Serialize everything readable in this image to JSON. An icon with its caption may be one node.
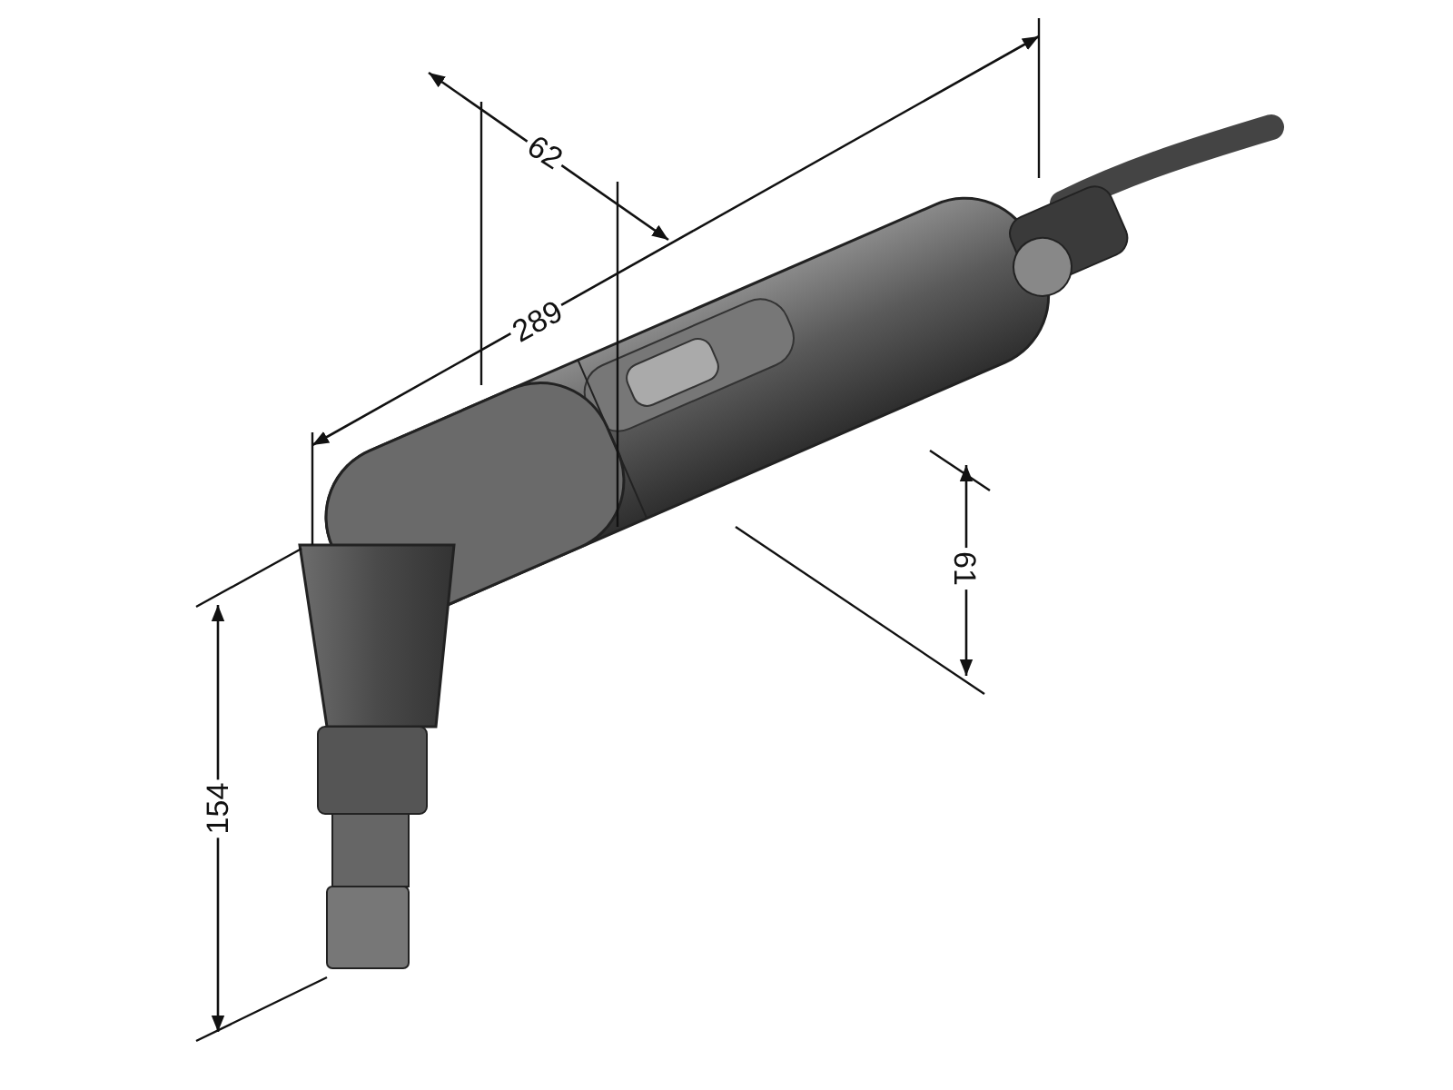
{
  "diagram": {
    "labels": [
      "62",
      "289",
      "61",
      "154"
    ]
  }
}
